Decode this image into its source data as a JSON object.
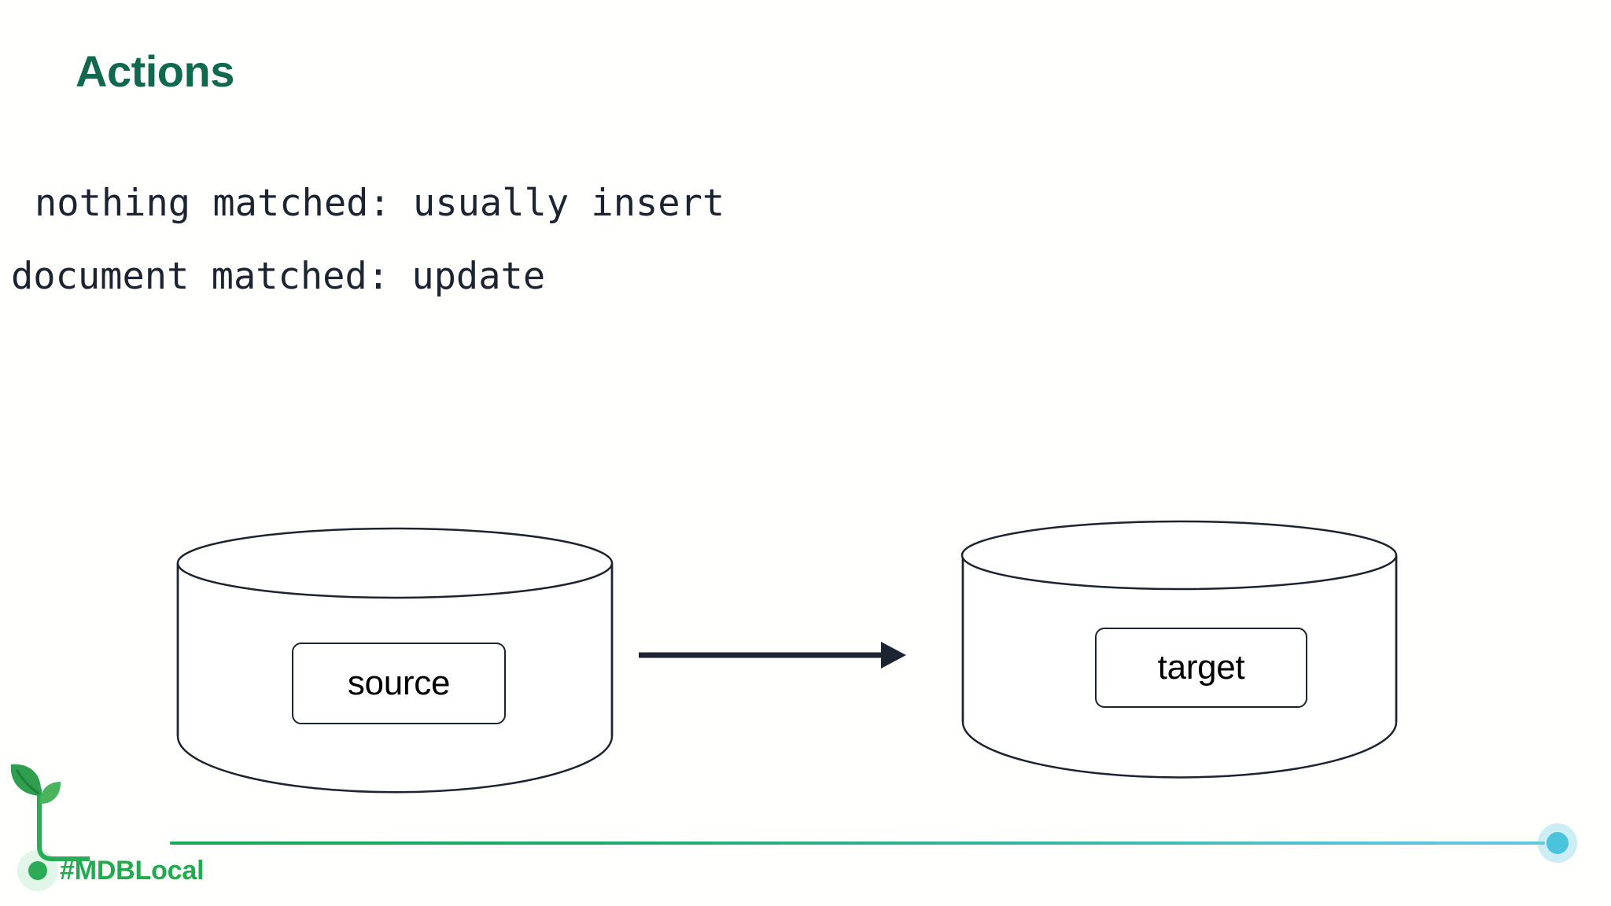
{
  "slide": {
    "title": "Actions",
    "background_color": "#fffffe",
    "title_color": "#10684e",
    "body_text_color": "#1b2430"
  },
  "body_lines": [
    {
      "text": "nothing matched: usually insert"
    },
    {
      "text": "document matched: update"
    }
  ],
  "diagram": {
    "type": "data-flow",
    "source_cylinder": {
      "label": "source",
      "stroke_color": "#1b2430"
    },
    "target_cylinder": {
      "label": "target",
      "stroke_color": "#1b2430"
    },
    "arrow": {
      "direction": "right",
      "color": "#1b2430"
    }
  },
  "footer": {
    "hashtag": "#MDBLocal",
    "hashtag_color": "#23a94f",
    "line_gradient_start": "#13aa52",
    "line_gradient_end": "#62c9e0",
    "left_dot_color": "#2bab56",
    "right_dot_color": "#4ac4dd",
    "sprout_icon": "sprout-icon"
  }
}
